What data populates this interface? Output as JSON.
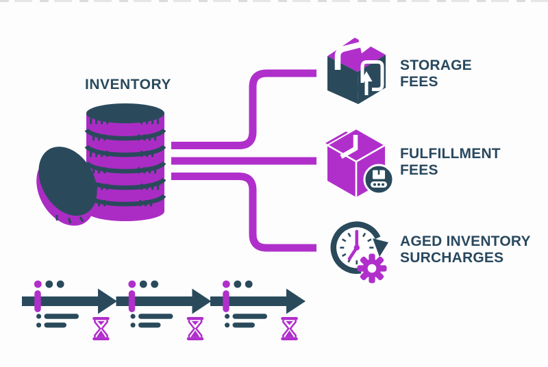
{
  "title": "INVENTORY",
  "colors": {
    "magenta_accent": "#b02fcb",
    "dark_teal": "#2a4a5c",
    "background": "#fdfdfd",
    "white": "#ffffff"
  },
  "inventory": {
    "label": "INVENTORY",
    "icon": "coin-stack-icon"
  },
  "fees": [
    {
      "id": "storage-fees",
      "line1": "STORAGE",
      "line2": "FEES",
      "icon": "storage-box-icon"
    },
    {
      "id": "fulfillment-fees",
      "line1": "FULFILLMENT",
      "line2": "FEES",
      "icon": "fulfillment-box-icon"
    },
    {
      "id": "aged-inventory-surcharges",
      "line1": "AGED INVENTORY",
      "line2": "SURCHARGES",
      "icon": "clock-gear-icon"
    }
  ],
  "timeline": {
    "segment_count": 3,
    "segment_icon": "hourglass-icon"
  }
}
